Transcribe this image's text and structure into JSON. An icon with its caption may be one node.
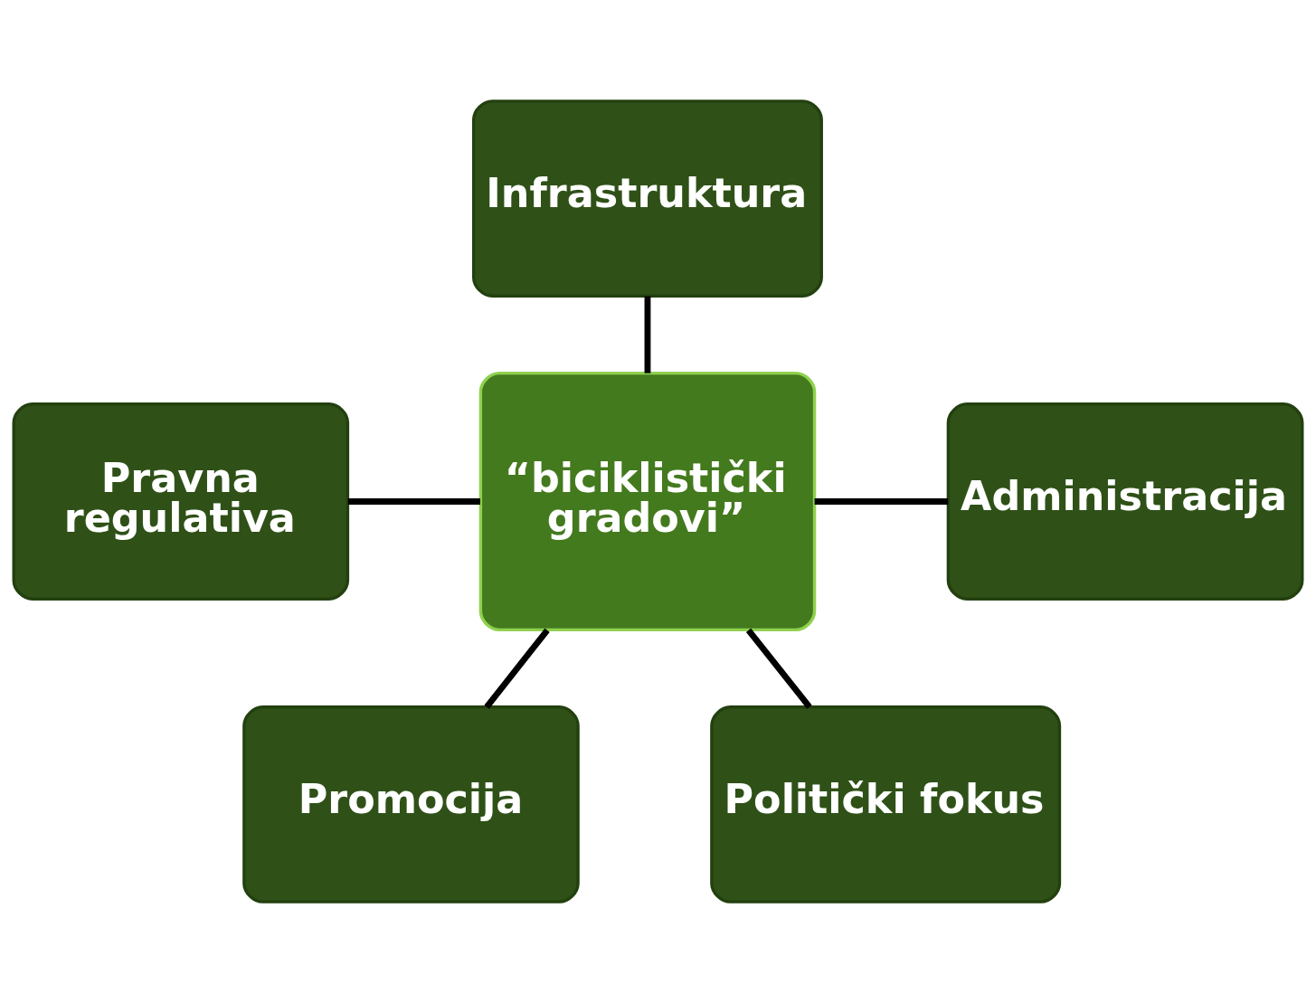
{
  "diagram": {
    "nodes": [
      {
        "text": [
          "“biciklistički gradovi”"
        ]
      },
      {
        "text": [
          "Infrastruktura"
        ]
      },
      {
        "text": [
          "Pravna regulativa"
        ]
      },
      {
        "text": [
          "Administracija"
        ]
      },
      {
        "text": [
          "Promocija"
        ]
      },
      {
        "text": [
          "Politički fokus"
        ]
      }
    ],
    "edges": [
      {
        "from": 1,
        "to": 0,
        "arrow": "none"
      },
      {
        "from": 2,
        "to": 0,
        "arrow": "none"
      },
      {
        "from": 0,
        "to": 3,
        "arrow": "none"
      },
      {
        "from": 0,
        "to": 4,
        "arrow": "none"
      },
      {
        "from": 0,
        "to": 5,
        "arrow": "none"
      }
    ]
  }
}
